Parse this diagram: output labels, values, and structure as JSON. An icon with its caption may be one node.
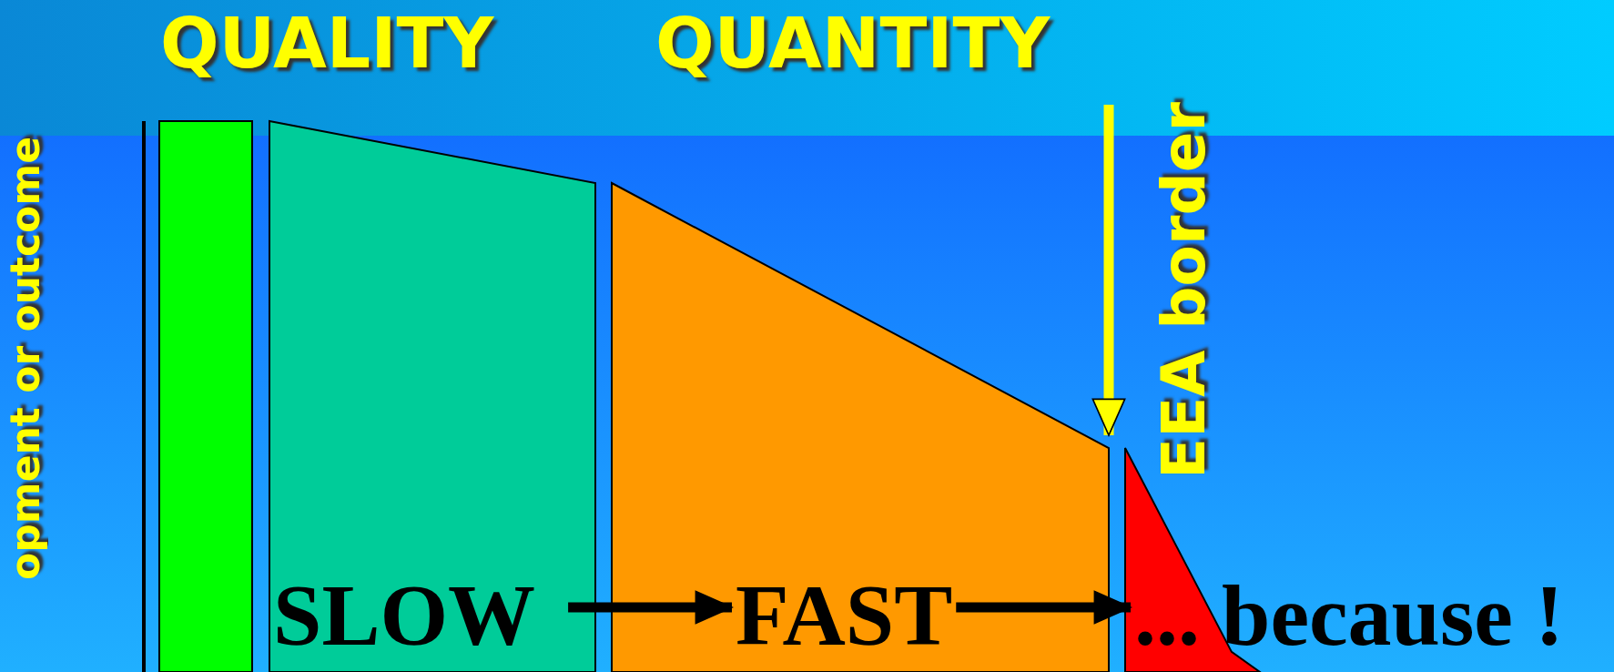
{
  "diagram": {
    "nodes": [
      {
        "text": [],
        "shape": "bar"
      },
      {
        "text": [],
        "shape": "trapezoid"
      },
      {
        "text": [
          "SLOW"
        ],
        "in": 1
      },
      {
        "text": [],
        "shape": "trapezoid"
      },
      {
        "text": [
          "FAST"
        ],
        "in": 3
      },
      {
        "text": [],
        "shape": "triangle"
      },
      {
        "text": [
          "... because !"
        ]
      },
      {
        "text": [
          "EEA border"
        ]
      }
    ],
    "edges": [
      {
        "from": 2,
        "to": 4,
        "arrow": "to"
      },
      {
        "from": 4,
        "to": 6,
        "arrow": "to"
      },
      {
        "from": null,
        "to": 3,
        "arrow": "to",
        "color": "#ffff00"
      }
    ],
    "labels": [
      "QUALITY",
      "QUANTITY",
      "opment or outcome"
    ]
  }
}
